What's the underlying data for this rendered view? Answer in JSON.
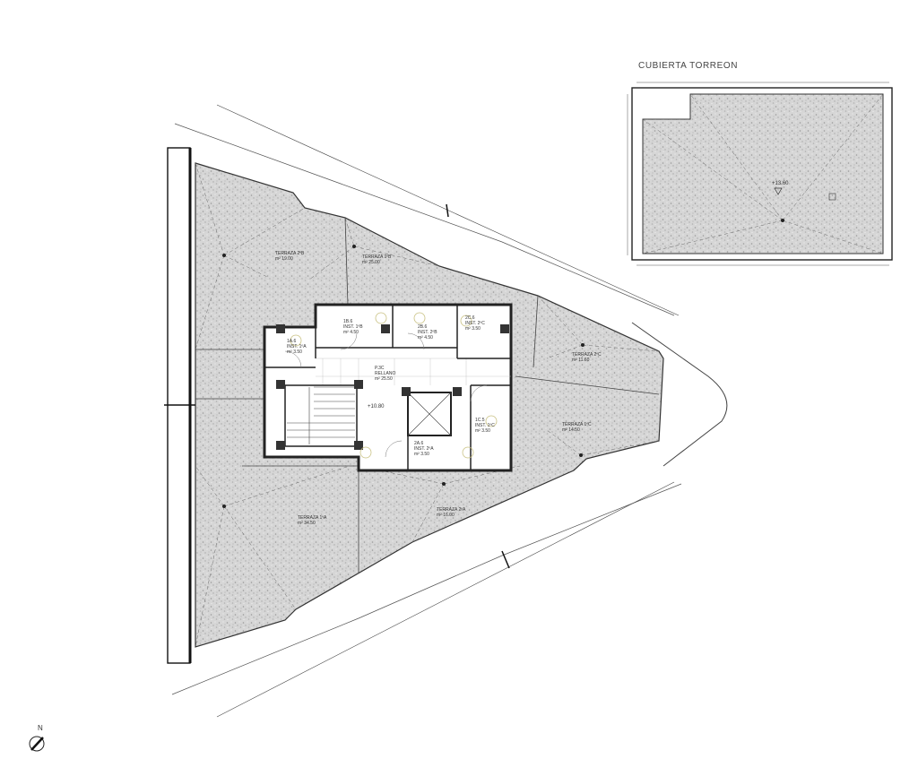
{
  "title": "CUBIERTA TORREON",
  "north": "N",
  "torreon_elevation": "+13.60",
  "landing_elevation": "+10.80",
  "rooms": [
    {
      "id": "terraza-2b",
      "code": "TERRAZA 2ºB",
      "area": "m² 19.00"
    },
    {
      "id": "terraza-1b",
      "code": "TERRAZA 1ºB",
      "area": "m² 25.00"
    },
    {
      "id": "terraza-2c",
      "code": "TERRAZA 2ºC",
      "area": "m² 11.60"
    },
    {
      "id": "terraza-1c",
      "code": "TERRAZA 1ºC",
      "area": "m² 14.50"
    },
    {
      "id": "terraza-1a",
      "code": "TERRAZA 1ºA",
      "area": "m² 34.50"
    },
    {
      "id": "terraza-2a",
      "code": "TERRAZA 2ºA",
      "area": "m² 16.00"
    },
    {
      "id": "inst-1a",
      "code": "1A.6",
      "name": "INST. 1ºA",
      "area": "m² 3.50"
    },
    {
      "id": "inst-1b",
      "code": "1B.6",
      "name": "INST. 1ºB",
      "area": "m² 4.50"
    },
    {
      "id": "inst-2b",
      "code": "2B.6",
      "name": "INST. 2ºB",
      "area": "m² 4.50"
    },
    {
      "id": "inst-2c",
      "code": "2C.6",
      "name": "INST. 2ºC",
      "area": "m² 3.50"
    },
    {
      "id": "rellano",
      "code": "P.3C",
      "name": "RELLANO",
      "area": "m² 25.50"
    },
    {
      "id": "inst-1c",
      "code": "1C.5",
      "name": "INST. 1ºC",
      "area": "m² 3.50"
    },
    {
      "id": "inst-2a",
      "code": "2A.6",
      "name": "INST. 2ºA",
      "area": "m² 3.50"
    }
  ]
}
